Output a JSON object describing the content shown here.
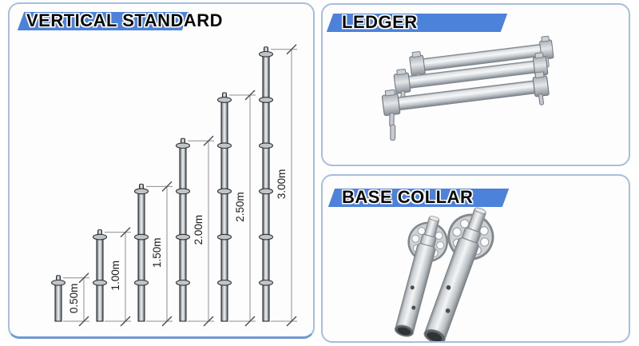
{
  "colors": {
    "banner_blue": "#4c82da",
    "panel_border": "#a7bedc",
    "panel_bottom_accent": "#6e97d4",
    "title_text": "#0a0a0a",
    "dimension_text": "#1d1d1f"
  },
  "panels": {
    "vertical_standard": {
      "title": "VERTICAL STANDARD",
      "diagram": {
        "type": "dimensioned-drawing",
        "units": "m",
        "rosette_spacing_m": 0.5,
        "standards": [
          {
            "label": "0.50m",
            "height_m": 0.5
          },
          {
            "label": "1.00m",
            "height_m": 1.0
          },
          {
            "label": "1.50m",
            "height_m": 1.5
          },
          {
            "label": "2.00m",
            "height_m": 2.0
          },
          {
            "label": "2.50m",
            "height_m": 2.5
          },
          {
            "label": "3.00m",
            "height_m": 3.0
          }
        ]
      }
    },
    "ledger": {
      "title": "LEDGER",
      "photo_alt": "three galvanized steel ledger tubes with wedge heads stacked diagonally"
    },
    "base_collar": {
      "title": "BASE COLLAR",
      "photo_alt": "two galvanized base collars with rosette discs and top spigots"
    }
  }
}
